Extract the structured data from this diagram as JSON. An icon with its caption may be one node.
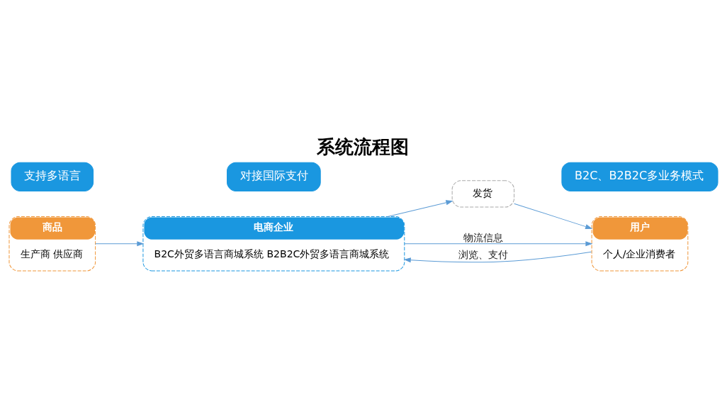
{
  "diagram": {
    "title": "系统流程图",
    "nodes": [
      {
        "text": [
          "商品",
          "生产商 供应商"
        ]
      },
      {
        "text": [
          "电商企业",
          "B2C外贸多语言商城系统 B2B2C外贸多语言商城系统"
        ]
      },
      {
        "text": [
          "发货"
        ]
      },
      {
        "text": [
          "用户",
          "个人/企业消费者"
        ]
      },
      {
        "text": [
          "支持多语言"
        ]
      },
      {
        "text": [
          "对接国际支付"
        ]
      },
      {
        "text": [
          "B2C、B2B2C多业务模式"
        ]
      }
    ],
    "edges": [
      {
        "from": 0,
        "to": 1,
        "arrow": "to"
      },
      {
        "from": 1,
        "to": 2,
        "arrow": "to"
      },
      {
        "from": 2,
        "to": 3,
        "arrow": "to"
      },
      {
        "from": 1,
        "to": 3,
        "label": "物流信息",
        "arrow": "to"
      },
      {
        "from": 3,
        "to": 1,
        "label": "浏览、支付",
        "arrow": "to"
      }
    ]
  }
}
